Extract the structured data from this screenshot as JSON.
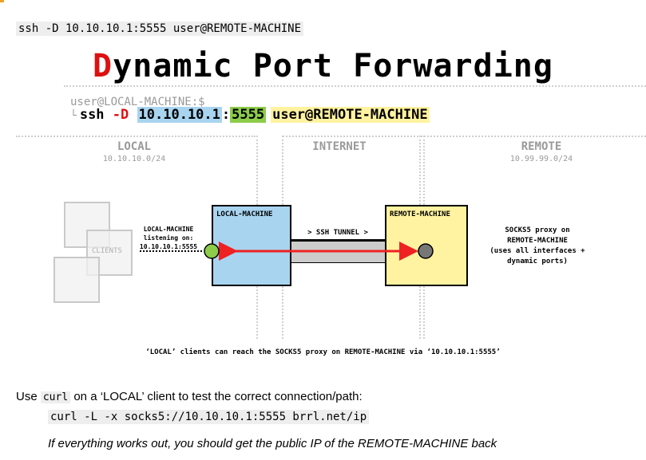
{
  "top_command": "ssh -D 10.10.10.1:5555 user@REMOTE-MACHINE",
  "title": {
    "first_letter": "D",
    "rest": "ynamic Port Forwarding"
  },
  "prompt": "user@LOCAL-MACHINE:$",
  "command": {
    "arrow": "└",
    "ssh": "ssh",
    "flag": "-D",
    "ip": "10.10.10.1",
    "colon": ":",
    "port": "5555",
    "target": "user@REMOTE-MACHINE"
  },
  "zones": {
    "local": {
      "title": "LOCAL",
      "net": "10.10.10.0/24"
    },
    "internet": {
      "title": "INTERNET"
    },
    "remote": {
      "title": "REMOTE",
      "net": "10.99.99.0/24"
    }
  },
  "clients_label": "CLIENTS",
  "listening": {
    "line1": "LOCAL-MACHINE",
    "line2": "listening on:",
    "line3": "10.10.10.1:5555"
  },
  "local_machine_label": "LOCAL-MACHINE",
  "remote_machine_label": "REMOTE-MACHINE",
  "tunnel_label": "> SSH TUNNEL >",
  "socks_note": {
    "line1": "SOCKS5 proxy on",
    "line2": "REMOTE-MACHINE",
    "line3": "(uses all interfaces +",
    "line4": "dynamic ports)"
  },
  "caption": "‘LOCAL’ clients can reach the SOCKS5 proxy on REMOTE-MACHINE via ‘10.10.10.1:5555’",
  "usage": {
    "prefix": "Use",
    "code": "curl",
    "suffix": "on a ‘LOCAL’ client to test the correct connection/path:"
  },
  "curl_command": "curl -L -x socks5://10.10.10.1:5555 brrl.net/ip",
  "result_text": "If everything works out, you should get the public IP of the REMOTE-MACHINE back",
  "colors": {
    "local_blue": "#a8d4f0",
    "remote_yellow": "#fff2a0",
    "port_green": "#8ccc4a",
    "arrow_red": "#ee2222",
    "title_red": "#dd1111"
  }
}
